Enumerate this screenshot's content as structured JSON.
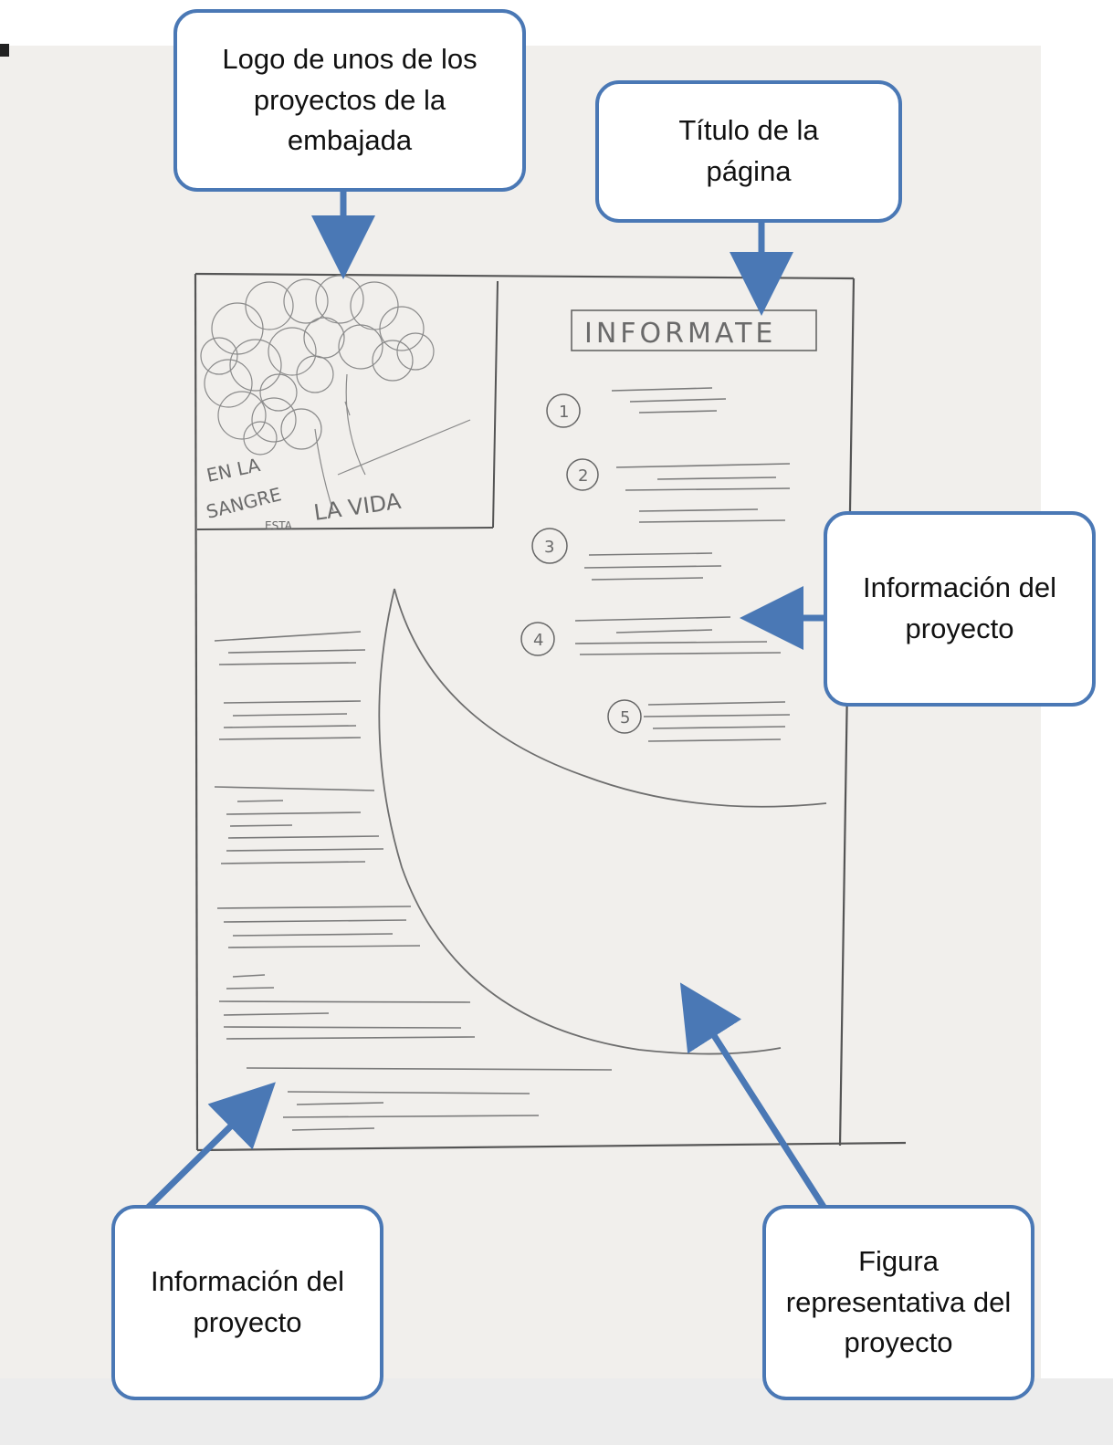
{
  "callouts": {
    "logo": "Logo de unos de los proyectos de la embajada",
    "title": "Título de la página",
    "info_right": "Información del proyecto",
    "info_left": "Información del proyecto",
    "figure": "Figura representativa del proyecto"
  },
  "sketch": {
    "page_title": "INFORMATE",
    "logo_text_line1": "EN LA",
    "logo_text_line2": "SANGRE",
    "logo_text_line3": "ESTA",
    "logo_text_line4": "LA VIDA",
    "list_numbers": [
      "1",
      "2",
      "3",
      "4",
      "5"
    ]
  },
  "colors": {
    "callout_border": "#4a78b5",
    "arrow": "#4a78b5",
    "pencil": "#6a6a6a",
    "paper": "#f1efec"
  }
}
